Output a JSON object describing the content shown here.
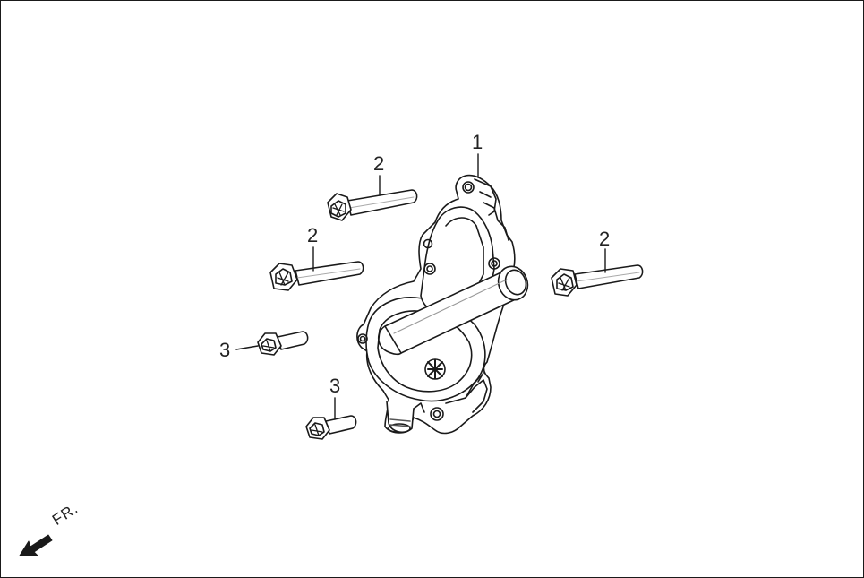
{
  "diagram": {
    "callouts": [
      {
        "id": "c1",
        "text": "1"
      },
      {
        "id": "c2a",
        "text": "2"
      },
      {
        "id": "c2b",
        "text": "2"
      },
      {
        "id": "c2c",
        "text": "2"
      },
      {
        "id": "c3a",
        "text": "3"
      },
      {
        "id": "c3b",
        "text": "3"
      }
    ],
    "direction_label": "FR."
  },
  "colors": {
    "line": "#1a1a1a",
    "shade": "#cfcfcf",
    "dark": "#6a6a6a"
  }
}
